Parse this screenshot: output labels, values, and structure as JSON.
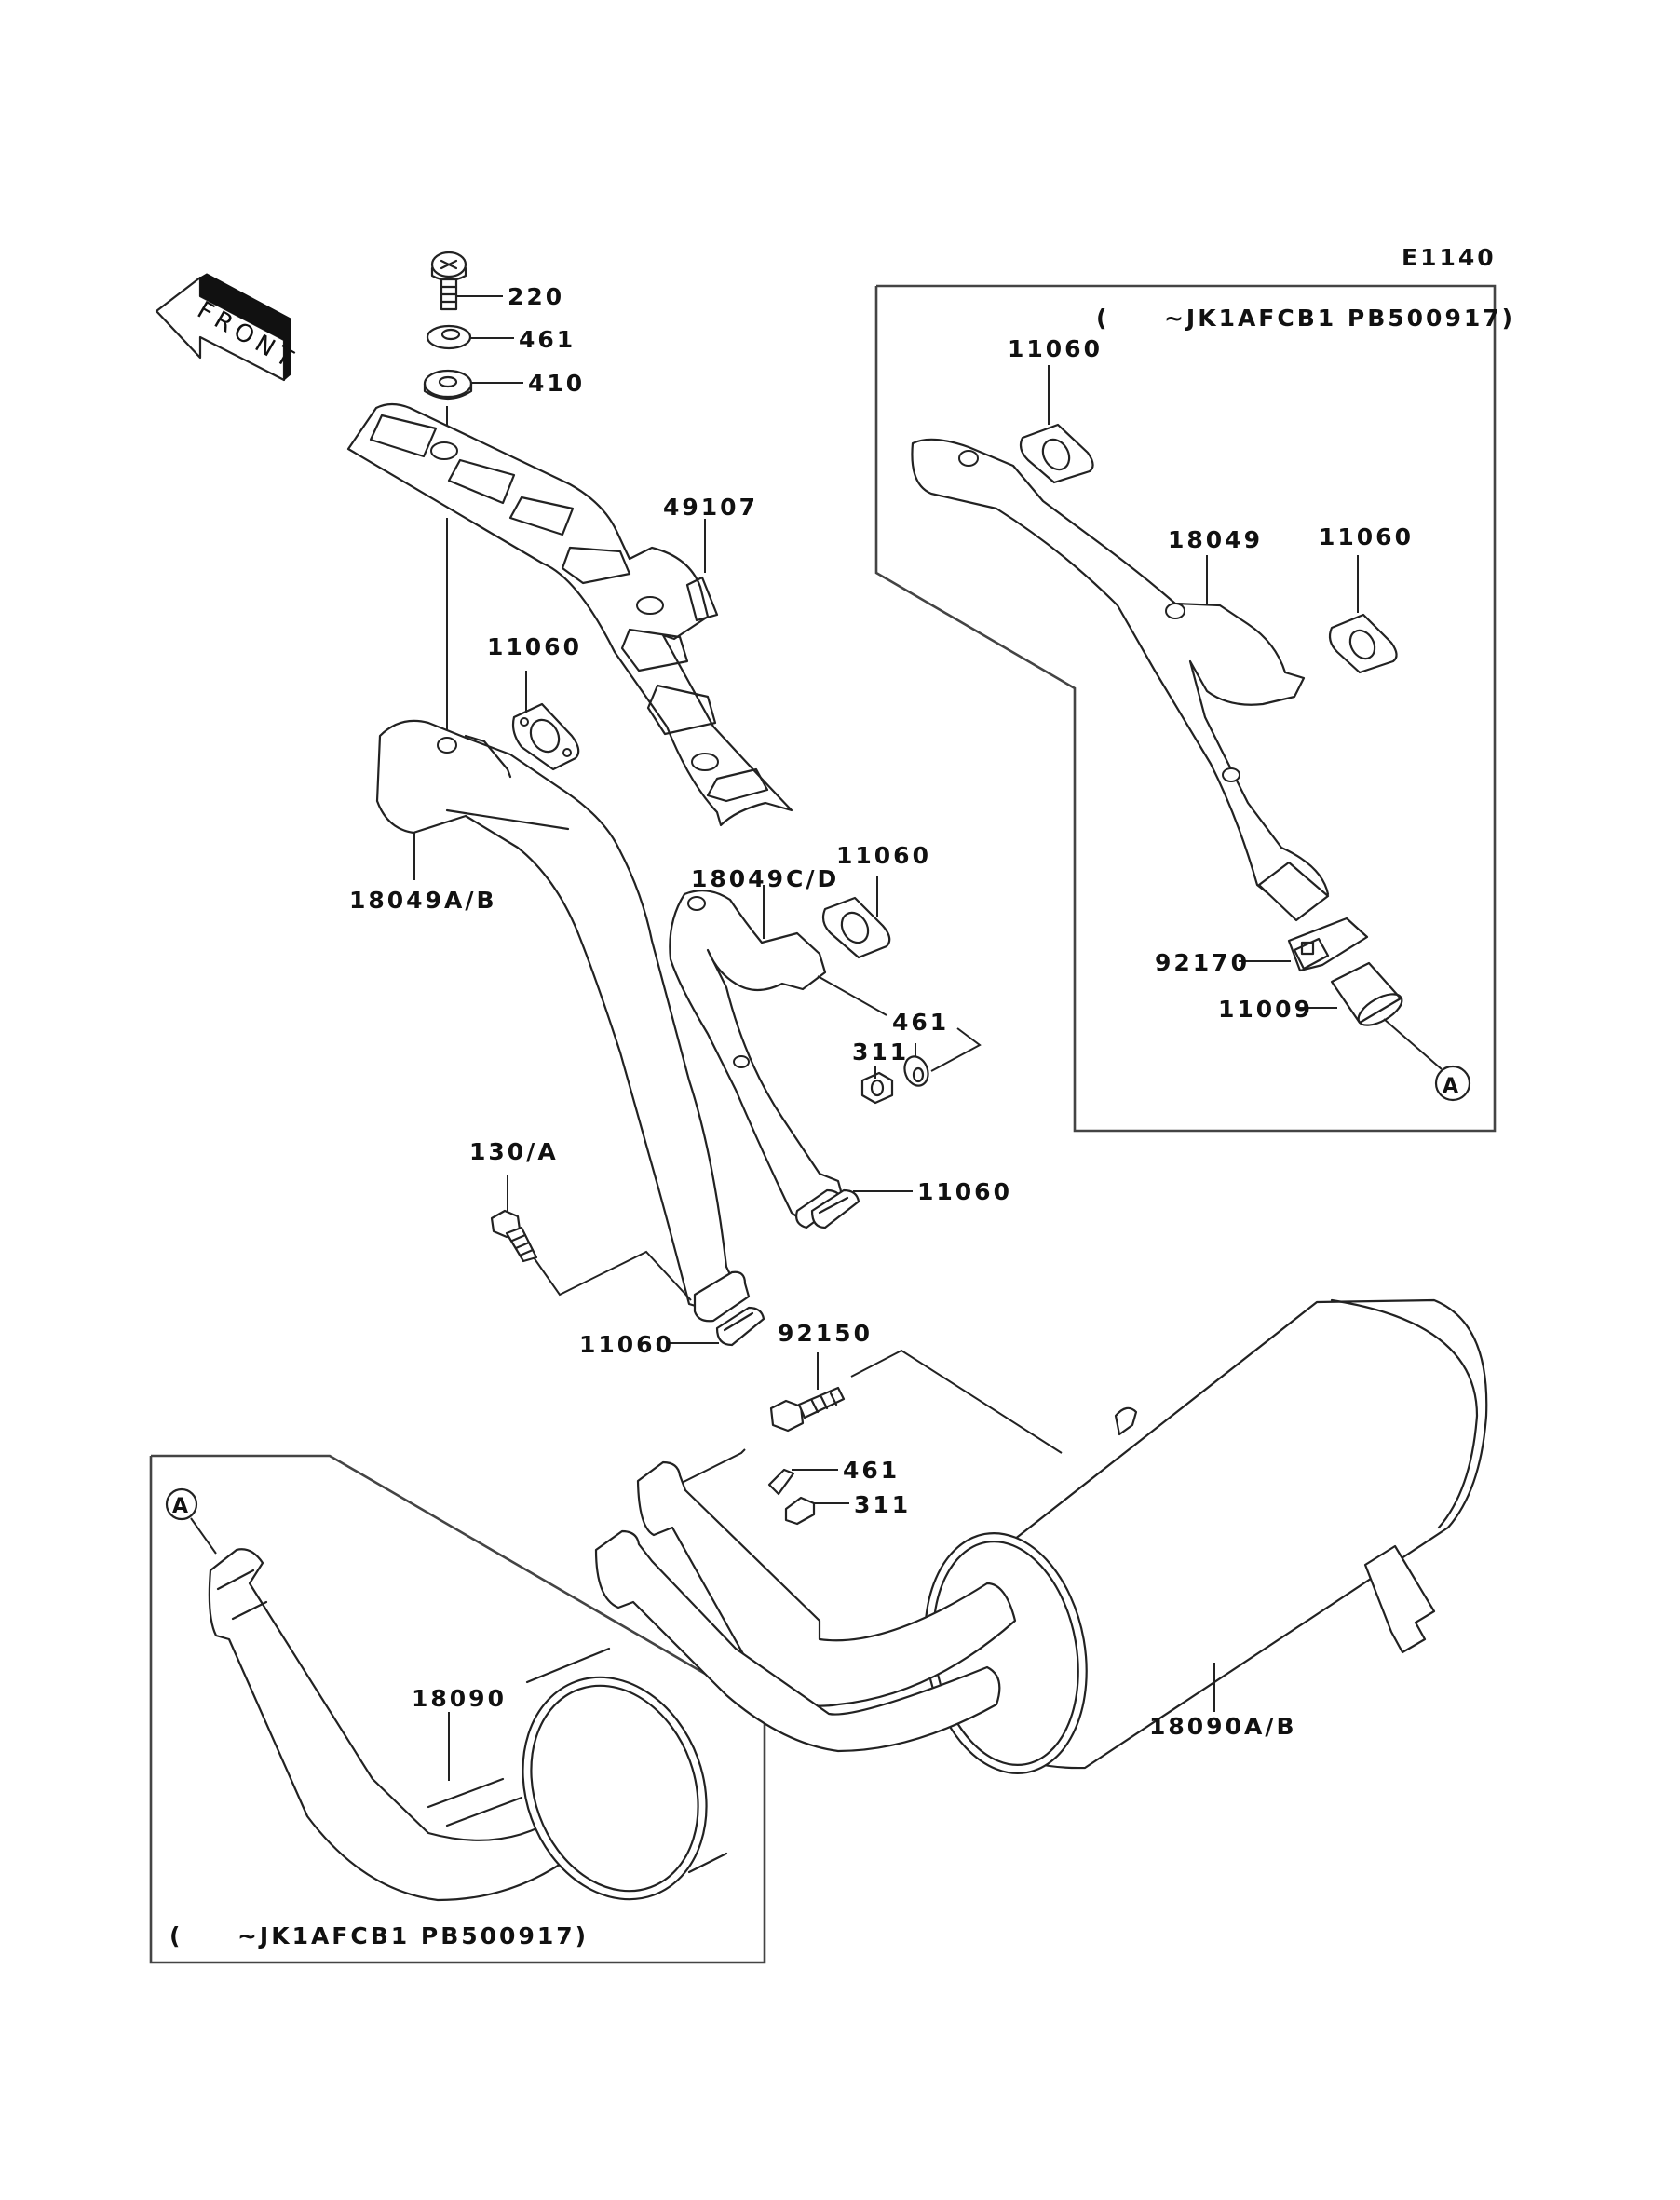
{
  "diagram": {
    "code": "E1140",
    "front_arrow_label": "FRONT",
    "variant_note_right": "(     ~JK1AFCB1 PB500917)",
    "variant_note_left": "(     ~JK1AFCB1 PB500917)",
    "connector_ref": "A",
    "labels": {
      "bolt_220": "220",
      "lockwasher_461_top": "461",
      "washer_410": "410",
      "heat_guard": "49107",
      "gasket_11060_upper": "11060",
      "pipe_18049ab": "18049A/B",
      "pipe_18049cd": "18049C/D",
      "gasket_11060_cd": "11060",
      "lockwasher_461_mid": "461",
      "nut_311_mid": "311",
      "gasket_11060_right_lower": "11060",
      "bolt_130a": "130/A",
      "gasket_11060_bottom": "11060",
      "bolt_92150": "92150",
      "lockwasher_461_low": "461",
      "nut_311_low": "311",
      "muffler_18090ab": "18090A/B",
      "muffler_18090": "18090",
      "box_gasket_11060_a": "11060",
      "box_pipe_18049": "18049",
      "box_gasket_11060_b": "11060",
      "clamp_92170": "92170",
      "sleeve_11009": "11009"
    }
  }
}
